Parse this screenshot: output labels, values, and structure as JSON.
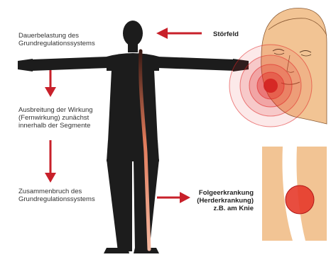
{
  "labels": {
    "step1_line1": "Dauerbelastung des",
    "step1_line2": "Grundregulationssystems",
    "step2_line1": "Ausbreitung der Wirkung",
    "step2_line2": "(Fernwirkung) zunächst",
    "step2_line3": "innerhalb der Segmente",
    "step3_line1": "Zusammenbruch des",
    "step3_line2": "Grundregulationssystems",
    "stoerfeld": "Störfeld",
    "result_line1": "Folgeerkrankung",
    "result_line2": "(Herderkrankung)",
    "result_line3": "z.B. am Knie"
  },
  "colors": {
    "arrow": "#c8202a",
    "body": "#1c1c1c",
    "skin": "#f2c494",
    "pain_ring": "#e02626",
    "spine": "#e06a50"
  }
}
